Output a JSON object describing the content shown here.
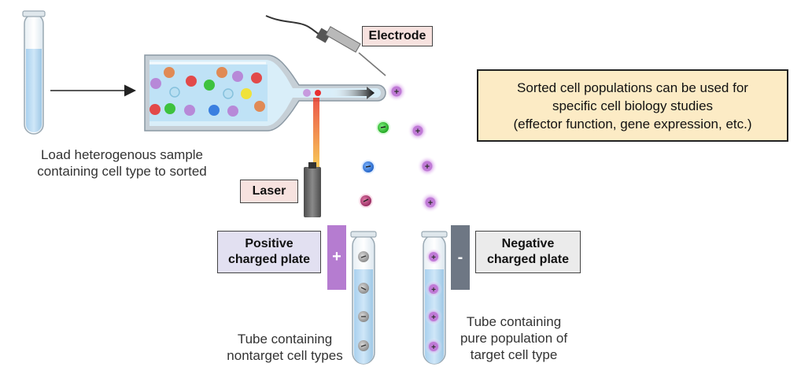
{
  "labels": {
    "electrode": "Electrode",
    "laser": "Laser",
    "positive_plate": [
      "Positive",
      "charged plate"
    ],
    "negative_plate": [
      "Negative",
      "charged plate"
    ],
    "positive_sign": "+",
    "negative_sign": "-",
    "note": [
      "Sorted cell populations can be used for",
      "specific cell biology studies",
      "(effector function, gene expression, etc.)"
    ],
    "load_sample": [
      "Load heterogenous sample",
      "containing cell type to sorted"
    ],
    "tube_nontarget": [
      "Tube containing",
      "nontarget cell types"
    ],
    "tube_target": [
      "Tube containing",
      "pure population of",
      "target cell type"
    ]
  },
  "colors": {
    "liquid": "#bcdcf2",
    "purple_cell": "#c07ad6",
    "green_cell": "#3ec23e",
    "blue_cell": "#3a7fe0",
    "pink_cell": "#b8457a",
    "positive_plate": "#b57cd0",
    "negative_plate": "#6e7784",
    "laser_beam": "#f0a020"
  }
}
